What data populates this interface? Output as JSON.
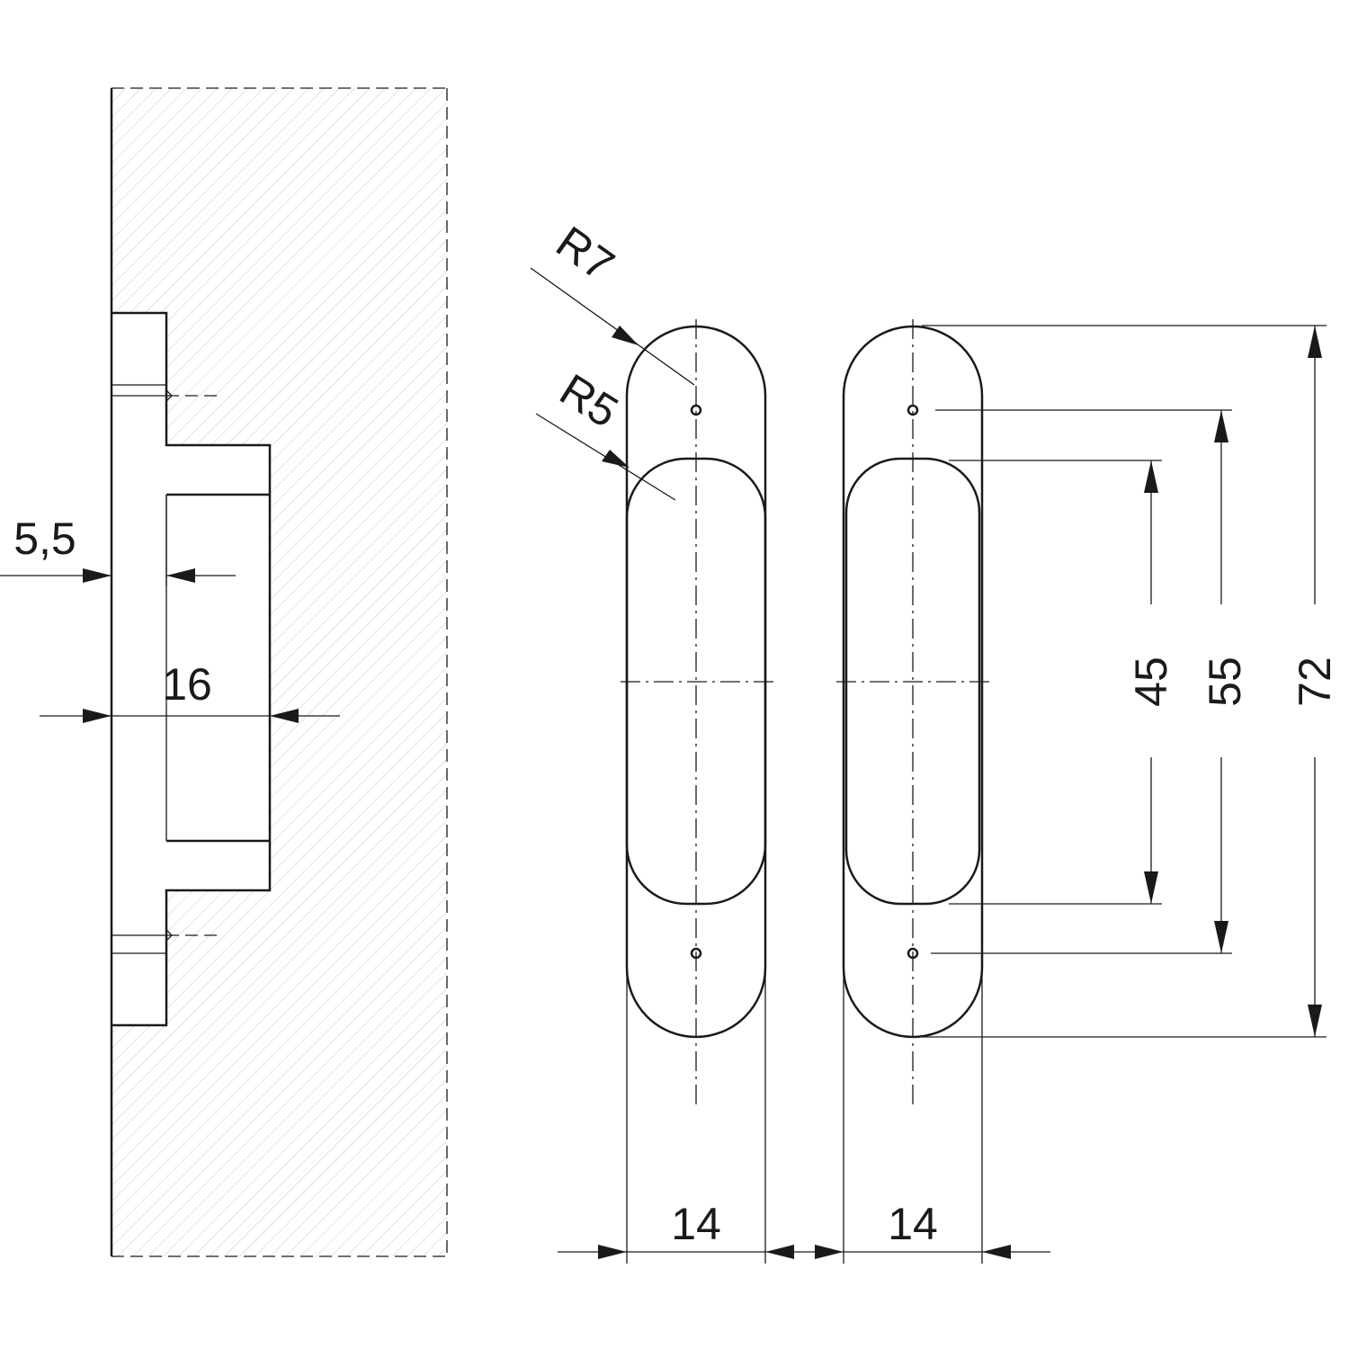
{
  "dimensions": {
    "recess_depth": "5,5",
    "body_depth": "16",
    "width_left": "14",
    "width_right": "14",
    "height_inner": "45",
    "height_holes": "55",
    "height_total": "72",
    "radius_outer": "R7",
    "radius_inner": "R5"
  },
  "colors": {
    "line": "#1a1a1a",
    "hatch": "#c8c8c8",
    "background": "#ffffff"
  }
}
